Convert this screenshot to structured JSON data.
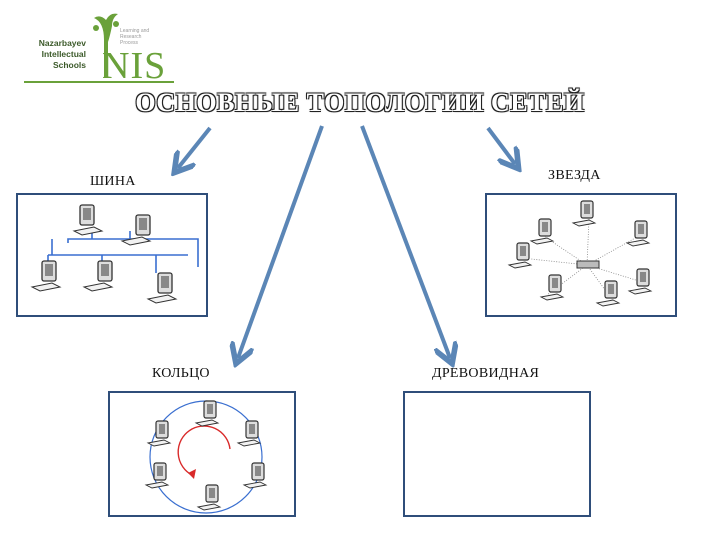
{
  "logo": {
    "line1": "Nazarbayev",
    "line2": "Intellectual",
    "line3": "Schools",
    "mark": "NIS",
    "small1": "Learning and",
    "small2": "Research",
    "small3": "Process"
  },
  "title": "ОСНОВНЫЕ ТОПОЛОГИИ СЕТЕЙ",
  "topologies": [
    {
      "label": "ШИНА"
    },
    {
      "label": "ЗВЕЗДА"
    },
    {
      "label": "КОЛЬЦО"
    },
    {
      "label": "ДРЕВОВИДНАЯ"
    }
  ],
  "colors": {
    "arrow": "#5b86b6",
    "frame": "#2f4e7a",
    "bus": "#3a6fd0",
    "ring": "#3a6fd0",
    "ring_arrow": "#d92a2a",
    "logo_green": "#6aa13a"
  },
  "icons": [
    "computer-icon",
    "hub-icon",
    "arrow-icon"
  ]
}
